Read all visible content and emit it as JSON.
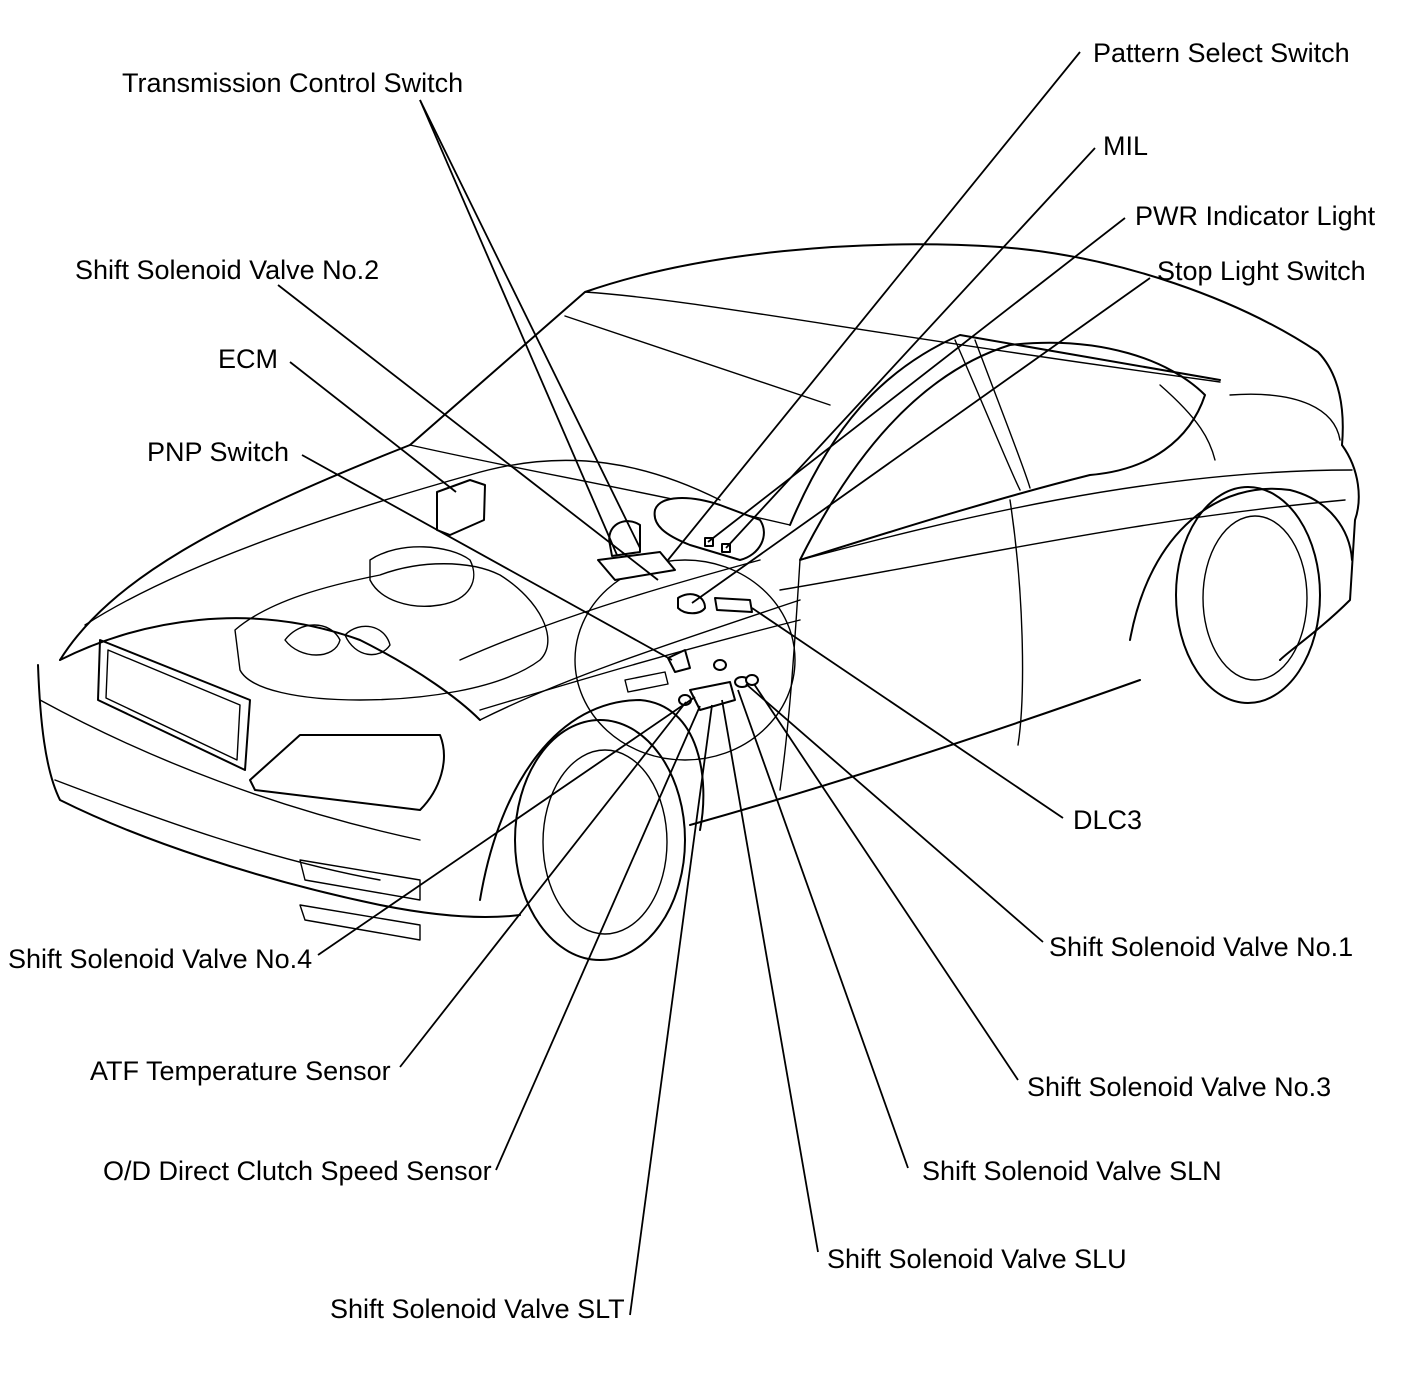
{
  "diagram": {
    "image": "line drawing of a sedan viewed from front-left three-quarter angle with engine compartment and interior components shown",
    "labels": [
      {
        "id": "pattern_select_switch",
        "text": "Pattern Select Switch"
      },
      {
        "id": "transmission_control_switch",
        "text": "Transmission Control Switch"
      },
      {
        "id": "mil",
        "text": "MIL"
      },
      {
        "id": "pwr_indicator_light",
        "text": "PWR Indicator Light"
      },
      {
        "id": "shift_solenoid_valve_no2",
        "text": "Shift Solenoid Valve No.2"
      },
      {
        "id": "stop_light_switch",
        "text": "Stop Light Switch"
      },
      {
        "id": "ecm",
        "text": "ECM"
      },
      {
        "id": "pnp_switch",
        "text": "PNP Switch"
      },
      {
        "id": "dlc3",
        "text": "DLC3"
      },
      {
        "id": "shift_solenoid_valve_no1",
        "text": "Shift Solenoid Valve No.1"
      },
      {
        "id": "shift_solenoid_valve_no4",
        "text": "Shift Solenoid Valve No.4"
      },
      {
        "id": "atf_temperature_sensor",
        "text": "ATF Temperature Sensor"
      },
      {
        "id": "shift_solenoid_valve_no3",
        "text": "Shift Solenoid Valve No.3"
      },
      {
        "id": "od_direct_clutch_speed_sensor",
        "text": "O/D Direct Clutch Speed Sensor"
      },
      {
        "id": "shift_solenoid_valve_sln",
        "text": "Shift Solenoid Valve SLN"
      },
      {
        "id": "shift_solenoid_valve_slu",
        "text": "Shift Solenoid Valve SLU"
      },
      {
        "id": "shift_solenoid_valve_slt",
        "text": "Shift Solenoid Valve SLT"
      }
    ]
  }
}
